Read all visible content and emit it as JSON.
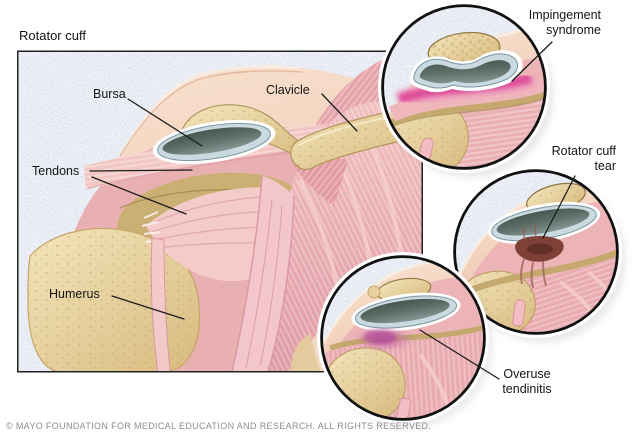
{
  "title": "Rotator cuff",
  "main_view": {
    "labels": {
      "bursa": "Bursa",
      "clavicle": "Clavicle",
      "tendons": "Tendons",
      "humerus": "Humerus"
    }
  },
  "insets": {
    "impingement": {
      "label_line1": "Impingement",
      "label_line2": "syndrome"
    },
    "tear": {
      "label_line1": "Rotator cuff",
      "label_line2": "tear"
    },
    "tendinitis": {
      "label_line1": "Overuse",
      "label_line2": "tendinitis"
    }
  },
  "footer": {
    "copyright": "© MAYO FOUNDATION FOR MEDICAL EDUCATION AND RESEARCH. ALL RIGHTS RESERVED."
  },
  "colors": {
    "page_background": "#ffffff",
    "panel_background": "#d8deea",
    "panel_border": "#222222",
    "circle_border": "#111111",
    "skin": "#f4dcc8",
    "bone": "#e9d5a6",
    "muscle": "#e8a8ae",
    "bursa_fill": "#56665f",
    "bursa_ring": "#c9dae0",
    "inflammation_pink": "#df4f9a",
    "tear_dark_red": "#7f4038",
    "tendinitis_purple": "#b4509a",
    "label_text": "#141414",
    "footer_text": "#8d8d8d"
  }
}
